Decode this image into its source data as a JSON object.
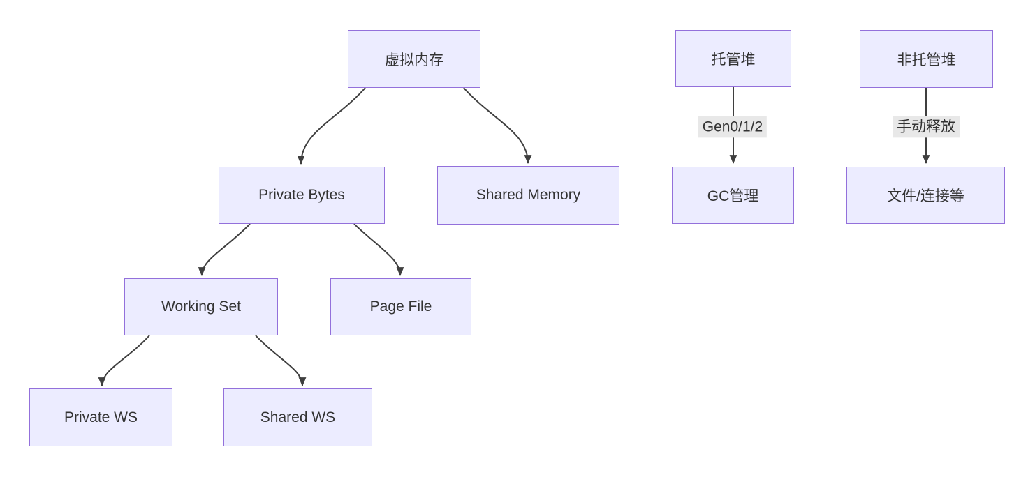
{
  "diagram": {
    "type": "flowchart",
    "colors": {
      "background": "#ffffff",
      "node_fill": "#ECECFF",
      "node_border": "#9370DB",
      "node_text": "#333333",
      "edge": "#3f3f3f",
      "edge_label_bg": "#e8e8e8",
      "edge_label_text": "#333333"
    },
    "nodes": {
      "virtual_memory": {
        "label": "虚拟内存"
      },
      "private_bytes": {
        "label": "Private Bytes"
      },
      "shared_memory": {
        "label": "Shared Memory"
      },
      "working_set": {
        "label": "Working Set"
      },
      "page_file": {
        "label": "Page File"
      },
      "private_ws": {
        "label": "Private WS"
      },
      "shared_ws": {
        "label": "Shared WS"
      },
      "managed_heap": {
        "label": "托管堆"
      },
      "gc_managed": {
        "label": "GC管理"
      },
      "unmanaged_heap": {
        "label": "非托管堆"
      },
      "files_connections": {
        "label": "文件/连接等"
      }
    },
    "edges": [
      {
        "from": "虚拟内存",
        "to": "Private Bytes",
        "label": ""
      },
      {
        "from": "虚拟内存",
        "to": "Shared Memory",
        "label": ""
      },
      {
        "from": "Private Bytes",
        "to": "Working Set",
        "label": ""
      },
      {
        "from": "Private Bytes",
        "to": "Page File",
        "label": ""
      },
      {
        "from": "Working Set",
        "to": "Private WS",
        "label": ""
      },
      {
        "from": "Working Set",
        "to": "Shared WS",
        "label": ""
      },
      {
        "from": "托管堆",
        "to": "GC管理",
        "label": "Gen0/1/2"
      },
      {
        "from": "非托管堆",
        "to": "文件/连接等",
        "label": "手动释放"
      }
    ]
  }
}
